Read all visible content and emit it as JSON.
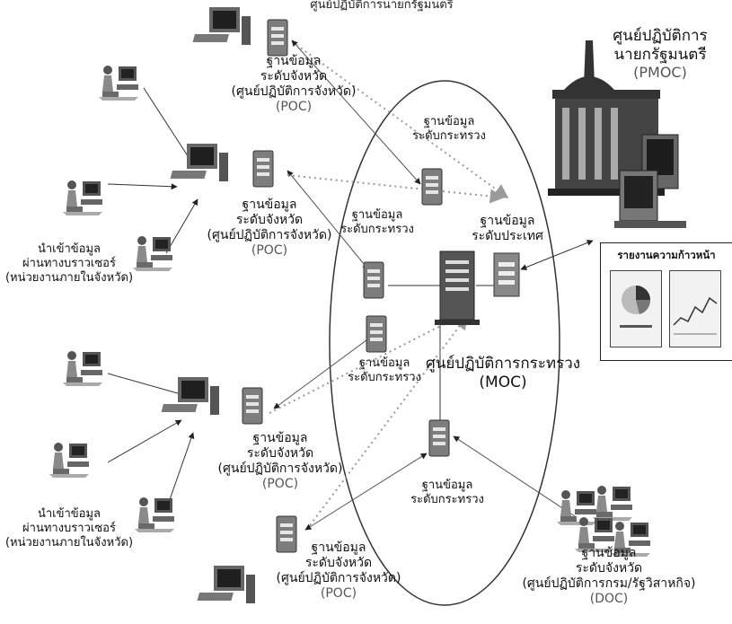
{
  "header_text": "ศูนย์ปฏิบัติการนายกรัฐมนตรี",
  "labels": {
    "db_province": [
      "ฐานข้อมูล",
      "ระดับจังหวัด"
    ],
    "poc_center": "(ศูนย์ปฏิบัติการจังหวัด)",
    "poc_abbr": "(POC)",
    "db_ministry": [
      "ฐานข้อมูล",
      "ระดับกระทรวง"
    ],
    "db_country": [
      "ฐานข้อมูล",
      "ระดับประเทศ"
    ],
    "pmoc_name": [
      "ศูนย์ปฏิบัติการ",
      "นายกรัฐมนตรี"
    ],
    "pmoc_abbr": "(PMOC)",
    "moc_name": "ศูนย์ปฏิบัติการกระทรวง",
    "moc_abbr": "(MOC)",
    "import_data": [
      "นำเข้าข้อมูล",
      "ผ่านทางบราวเซอร์",
      "(หน่วยงานภายในจังหวัด)"
    ],
    "doc_db": [
      "ฐานข้อมูล",
      "ระดับจังหวัด"
    ],
    "doc_center": "(ศูนย์ปฏิบัติการกรม/รัฐวิสาหกิจ)",
    "doc_abbr": "(DOC)",
    "report_title": "รายงานความก้าวหน้า"
  },
  "colors": {
    "ink": "#111111",
    "dotted_link": "#888888",
    "ellipse": "#333333"
  }
}
